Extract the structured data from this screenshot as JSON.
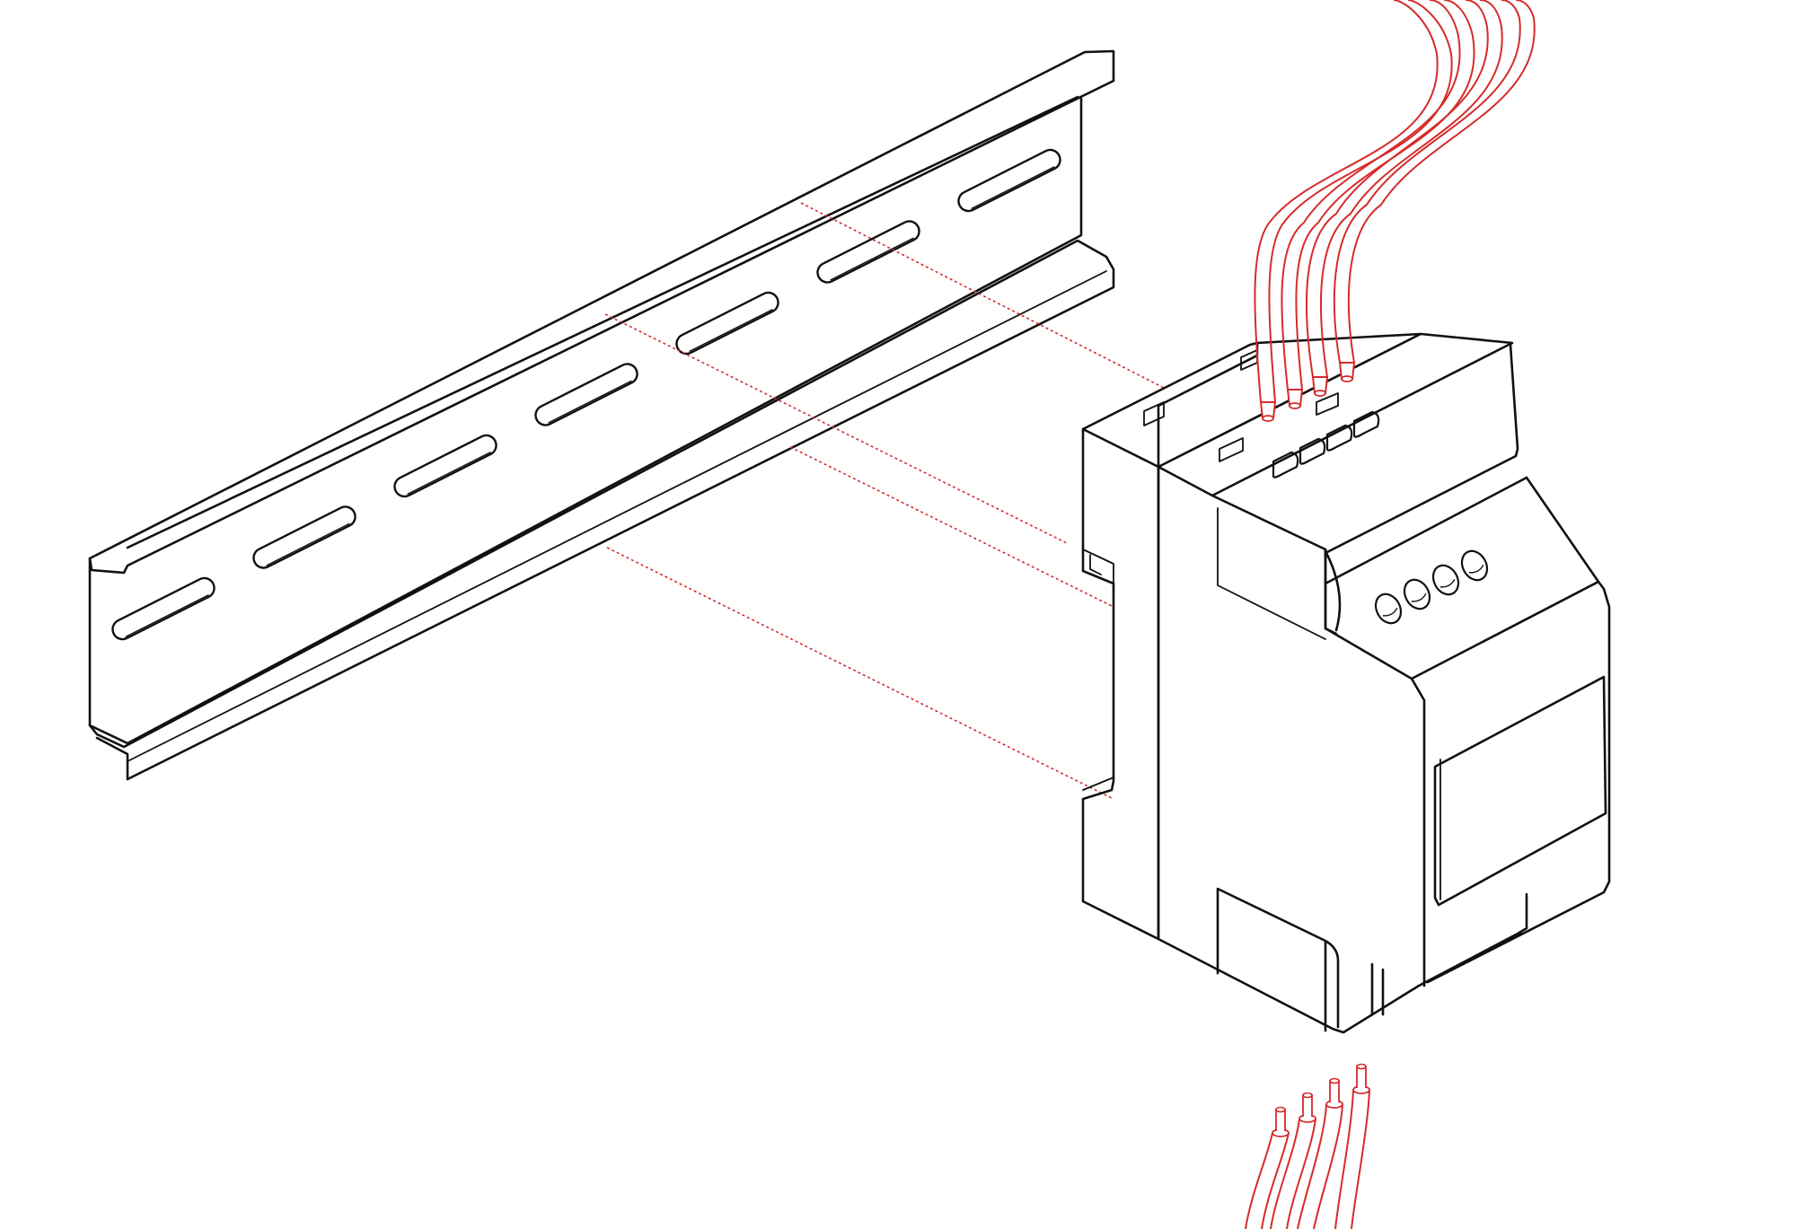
{
  "colors": {
    "line": "#111111",
    "accent": "#d62b2b",
    "background": "#ffffff"
  },
  "illustration": {
    "subject": "din-rail-module-mounting",
    "parts": [
      "din-rail",
      "din-rail-module",
      "alignment-guides",
      "top-wire-bundle",
      "bottom-wires"
    ],
    "rail_slot_count": 7,
    "top_wire_count": 4,
    "bottom_wire_count": 4,
    "alignment_line_count": 4
  }
}
